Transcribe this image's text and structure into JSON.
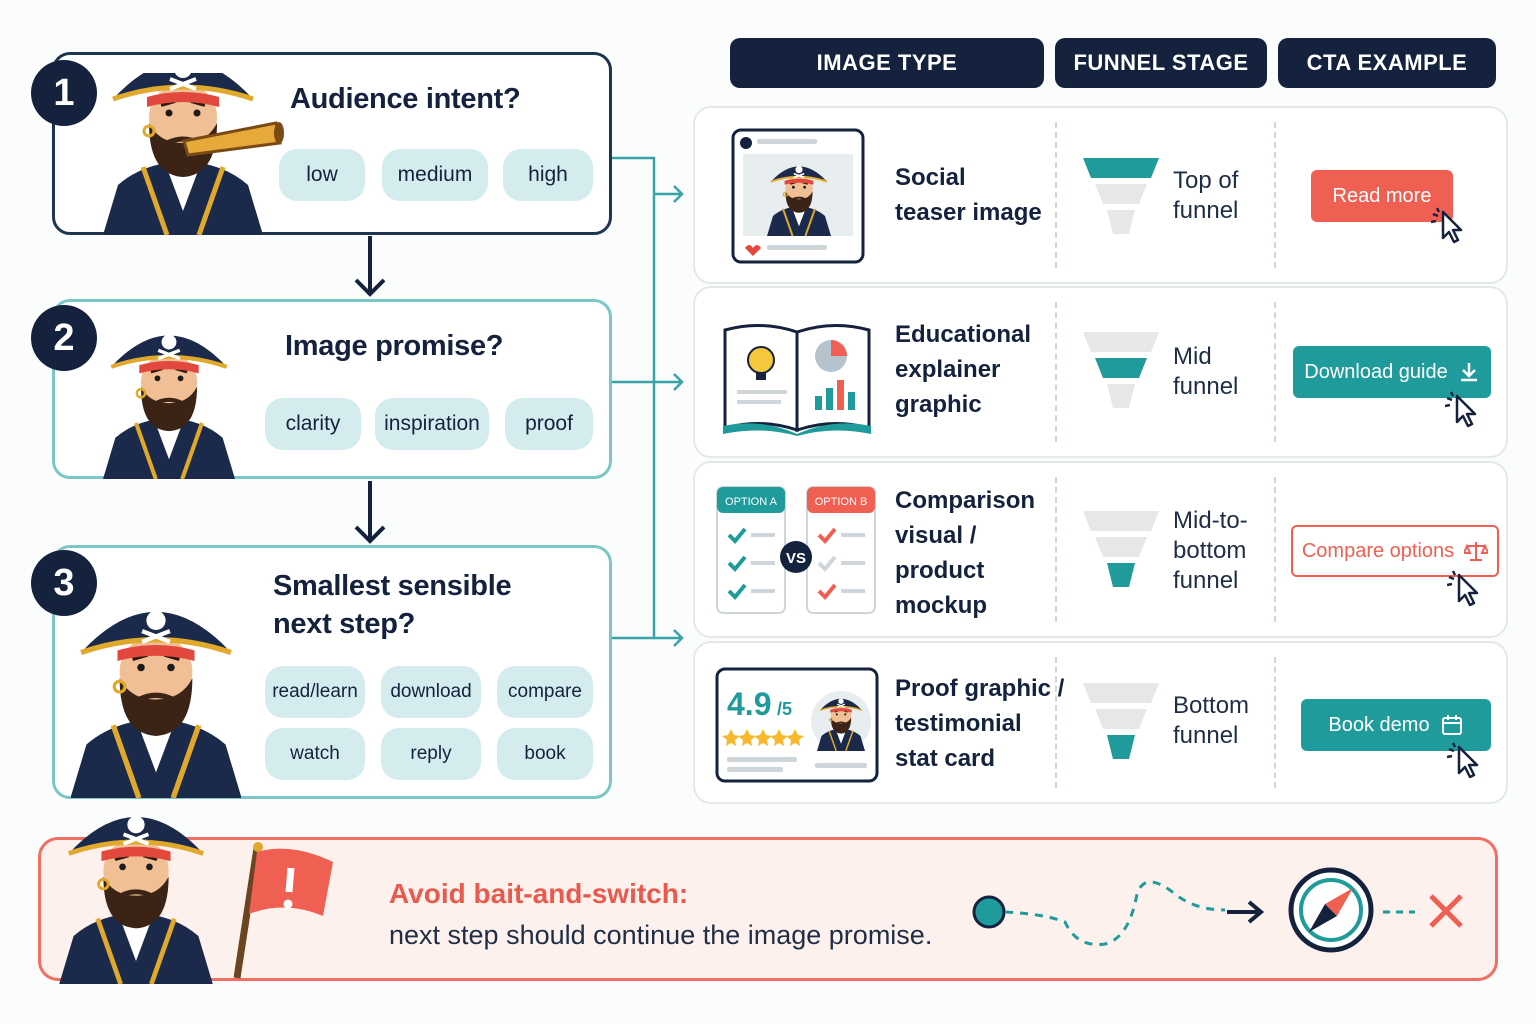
{
  "steps": [
    {
      "number": "1",
      "question": "Audience intent?",
      "options": [
        "low",
        "medium",
        "high"
      ]
    },
    {
      "number": "2",
      "question": "Image promise?",
      "options": [
        "clarity",
        "inspiration",
        "proof"
      ]
    },
    {
      "number": "3",
      "question_line1": "Smallest sensible",
      "question_line2": "next step?",
      "options": [
        "read/learn",
        "download",
        "compare",
        "watch",
        "reply",
        "book"
      ]
    }
  ],
  "headers": {
    "image_type": "IMAGE TYPE",
    "funnel_stage": "FUNNEL STAGE",
    "cta_example": "CTA EXAMPLE"
  },
  "rows": [
    {
      "image_type": [
        "Social",
        "teaser image"
      ],
      "funnel": [
        "Top of",
        "funnel"
      ],
      "funnel_highlight": "top",
      "cta": "Read more",
      "cta_style": "filled-coral"
    },
    {
      "image_type": [
        "Educational",
        "explainer",
        "graphic"
      ],
      "funnel": [
        "Mid",
        "funnel"
      ],
      "funnel_highlight": "mid",
      "cta": "Download guide",
      "cta_style": "filled-teal",
      "cta_icon": "download-icon"
    },
    {
      "image_type": [
        "Comparison",
        "visual /",
        "product",
        "mockup"
      ],
      "funnel": [
        "Mid-to-",
        "bottom",
        "funnel"
      ],
      "funnel_highlight": "bottom",
      "cta": "Compare options",
      "cta_style": "outline-coral",
      "cta_icon": "scale-icon"
    },
    {
      "image_type": [
        "Proof graphic /",
        "testimonial",
        "stat card"
      ],
      "funnel": [
        "Bottom",
        "funnel"
      ],
      "funnel_highlight": "bottom",
      "cta": "Book demo",
      "cta_style": "filled-teal",
      "cta_icon": "calendar-icon"
    }
  ],
  "thumbnails": {
    "comparison": {
      "option_a": "OPTION A",
      "option_b": "OPTION B",
      "vs": "VS"
    },
    "proof": {
      "rating": "4.9",
      "rating_suffix": "/5"
    }
  },
  "warning": {
    "title": "Avoid bait-and-switch:",
    "text": "next step should continue the image promise."
  },
  "icons": [
    "spyglass-icon",
    "lightbulb-icon",
    "pie-chart-icon",
    "bar-chart-icon",
    "star-icon",
    "cursor-icon",
    "flag-icon",
    "compass-icon",
    "x-mark-icon",
    "funnel-icon"
  ],
  "colors": {
    "navy": "#14223d",
    "teal": "#1f9b9b",
    "coral": "#ef5f52",
    "chip": "#d4ecee",
    "warning_bg": "#fdf1ed"
  }
}
